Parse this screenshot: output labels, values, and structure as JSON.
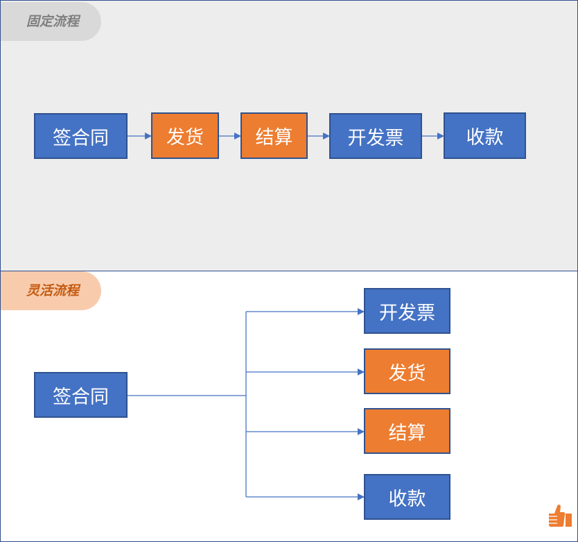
{
  "fixed_flow": {
    "tag": "固定流程",
    "steps": [
      {
        "label": "签合同",
        "color": "blue"
      },
      {
        "label": "发货",
        "color": "orange"
      },
      {
        "label": "结算",
        "color": "orange"
      },
      {
        "label": "开发票",
        "color": "blue"
      },
      {
        "label": "收款",
        "color": "blue"
      }
    ]
  },
  "flexible_flow": {
    "tag": "灵活流程",
    "source": {
      "label": "签合同",
      "color": "blue"
    },
    "targets": [
      {
        "label": "开发票",
        "color": "blue"
      },
      {
        "label": "发货",
        "color": "orange"
      },
      {
        "label": "结算",
        "color": "orange"
      },
      {
        "label": "收款",
        "color": "blue"
      }
    ]
  },
  "colors": {
    "blue": "#4472C4",
    "orange": "#ED7D31",
    "line": "#4472C4",
    "border": "#2F4F8F"
  },
  "icons": {
    "corner": "thumbs-up-icon"
  }
}
